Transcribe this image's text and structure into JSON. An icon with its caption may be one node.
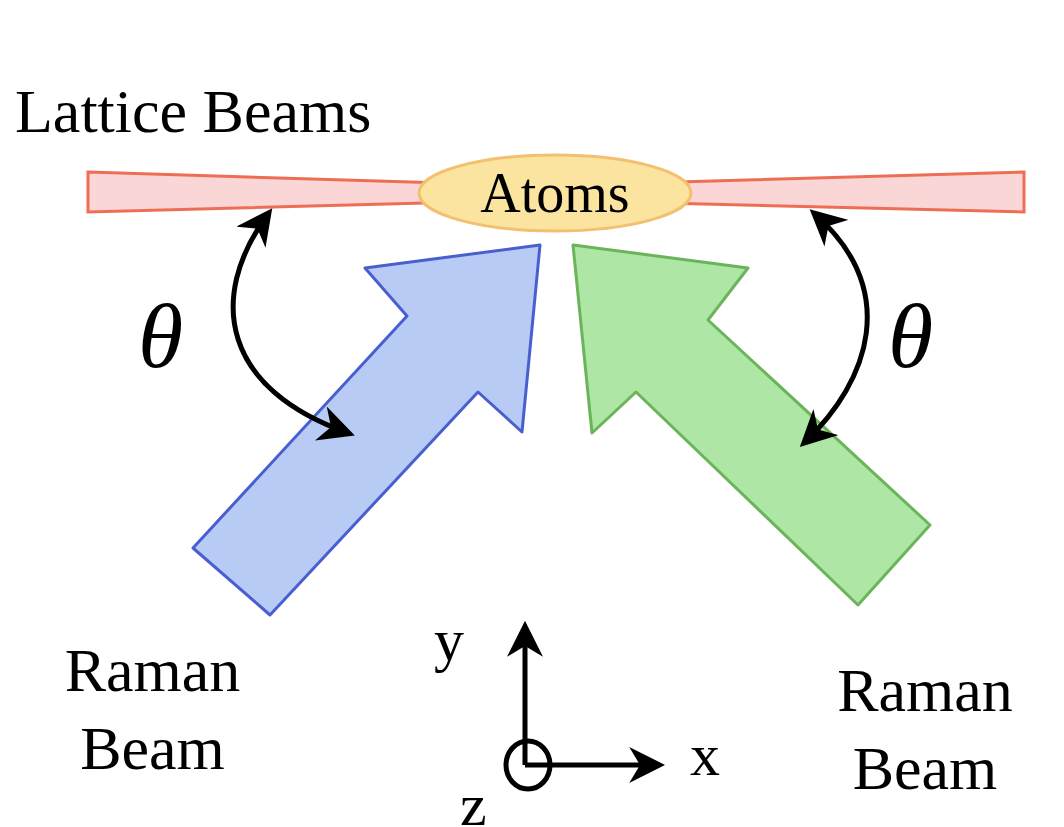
{
  "diagram": {
    "nodes": [
      {
        "text": [
          "Lattice Beams"
        ]
      },
      {
        "text": [
          "Atoms"
        ]
      },
      {
        "text": [],
        "shape": "arrow",
        "beside": [
          "Raman Beam"
        ]
      },
      {
        "text": [],
        "shape": "arrow",
        "beside": [
          "Raman Beam"
        ]
      }
    ],
    "edges": [
      {
        "from": 0,
        "to": 2,
        "arrow": "both"
      },
      {
        "from": 0,
        "to": 3,
        "arrow": "both"
      }
    ],
    "labels": [
      "θ",
      "θ",
      "y",
      "x",
      "z"
    ]
  }
}
